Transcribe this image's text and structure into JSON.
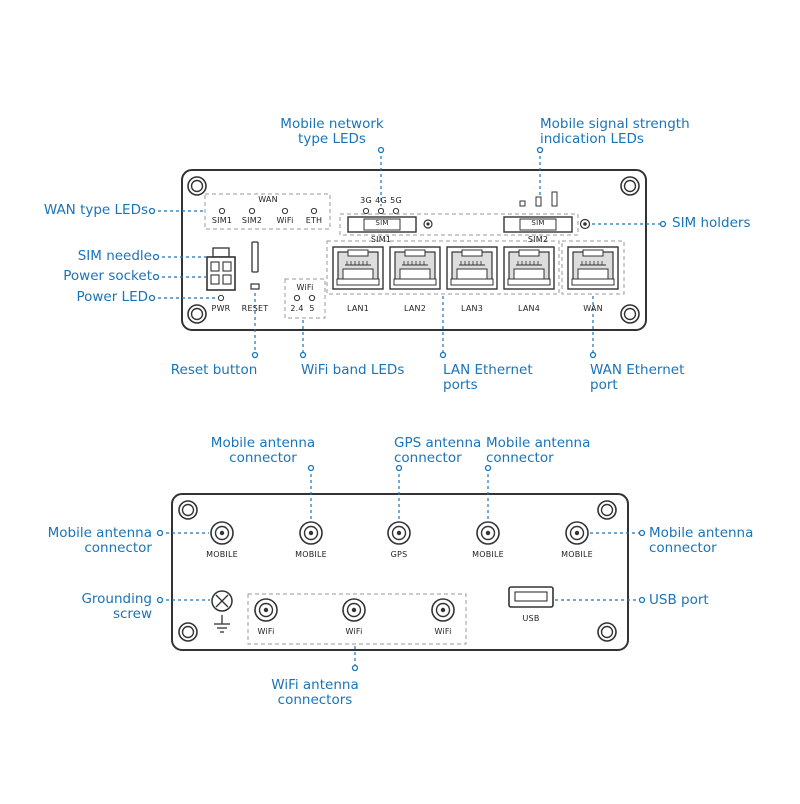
{
  "callouts": {
    "wan_type_leds": "WAN type LEDs",
    "sim_needle": "SIM needle",
    "power_socket": "Power socket",
    "power_led": "Power LED",
    "mobile_network_type_leds": [
      "Mobile network",
      "type LEDs"
    ],
    "mobile_signal_strength_leds": [
      "Mobile signal strength",
      "indication LEDs"
    ],
    "sim_holders": "SIM holders",
    "reset_button": "Reset button",
    "wifi_band_leds": "WiFi band LEDs",
    "lan_ethernet_ports": [
      "LAN Ethernet",
      "ports"
    ],
    "wan_ethernet_port": [
      "WAN Ethernet",
      "port"
    ],
    "mobile_antenna_connector_top_left": [
      "Mobile antenna",
      "connector"
    ],
    "gps_antenna_connector": [
      "GPS antenna",
      "connector"
    ],
    "mobile_antenna_connector_top_right": [
      "Mobile antenna",
      "connector"
    ],
    "mobile_antenna_connector_left": [
      "Mobile antenna",
      "connector"
    ],
    "mobile_antenna_connector_right": [
      "Mobile antenna",
      "connector"
    ],
    "grounding_screw": [
      "Grounding",
      "screw"
    ],
    "usb_port": "USB port",
    "wifi_antenna_connectors": [
      "WiFi antenna",
      "connectors"
    ]
  },
  "front_panel": {
    "wan_group_title": "WAN",
    "wan_leds": [
      "SIM1",
      "SIM2",
      "WiFi",
      "ETH"
    ],
    "network_type_leds": [
      "3G",
      "4G",
      "5G"
    ],
    "sim_slot_label": "SIM",
    "sim1_label": "SIM1",
    "sim2_label": "SIM2",
    "pwr_label": "PWR",
    "reset_label": "RESET",
    "wifi_title": "WiFi",
    "wifi_bands": [
      "2.4",
      "5"
    ],
    "lan_ports": [
      "LAN1",
      "LAN2",
      "LAN3",
      "LAN4"
    ],
    "wan_port": "WAN"
  },
  "back_panel": {
    "top_connectors": [
      "MOBILE",
      "MOBILE",
      "GPS",
      "MOBILE",
      "MOBILE"
    ],
    "wifi_connectors": [
      "WiFi",
      "WiFi",
      "WiFi"
    ],
    "usb_label": "USB"
  },
  "colors": {
    "callout": "#1a74b8",
    "outline": "#333333",
    "dashed": "#999999"
  }
}
